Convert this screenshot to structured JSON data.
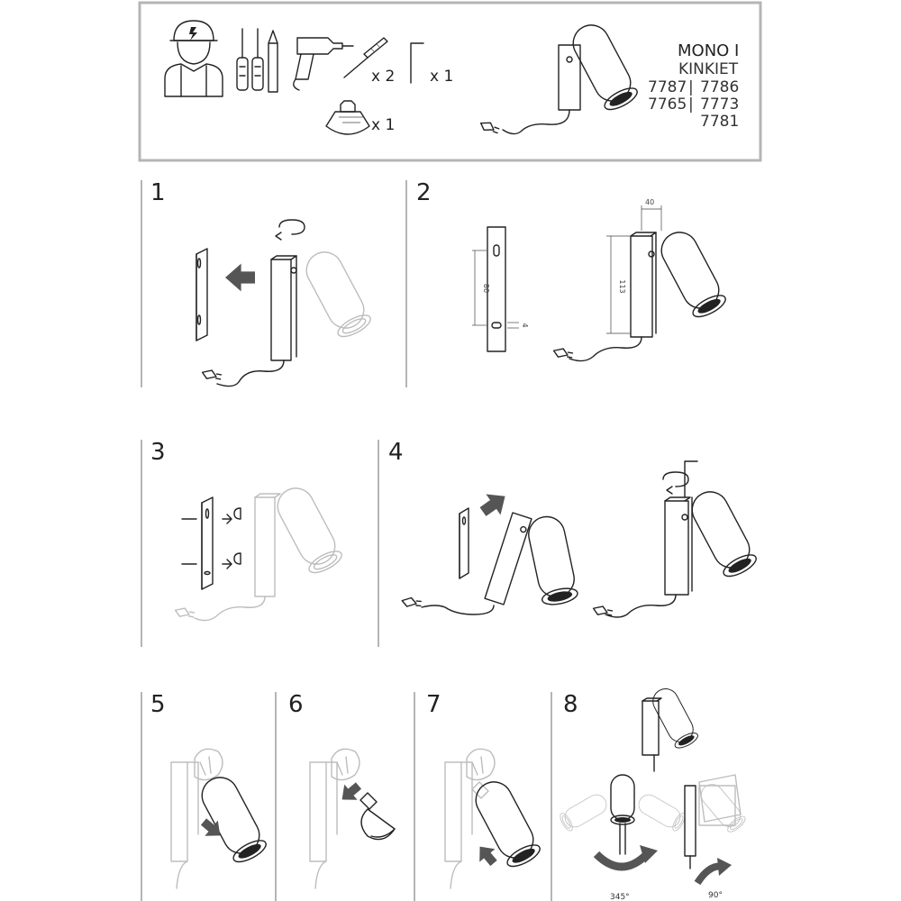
{
  "product": {
    "name": "MONO I",
    "type": "KINKIET",
    "codes": [
      "7787",
      "7786",
      "7765",
      "7773",
      "7781"
    ]
  },
  "header": {
    "dowel_qty": "x 2",
    "hexkey_qty": "x 1",
    "bulb_qty": "x 1",
    "tool_icons": [
      "electrician-icon",
      "screwdriver-icon",
      "pencil-icon",
      "drill-icon",
      "dowel-icon",
      "hex-key-icon",
      "gu10-bulb-icon"
    ]
  },
  "steps": [
    {
      "number": "1"
    },
    {
      "number": "2",
      "dims": {
        "width": "40",
        "height": "113",
        "hole_spacing": "80",
        "hole_diameter": "4"
      }
    },
    {
      "number": "3"
    },
    {
      "number": "4"
    },
    {
      "number": "5"
    },
    {
      "number": "6"
    },
    {
      "number": "7"
    },
    {
      "number": "8",
      "angles": {
        "horizontal": "345°",
        "vertical": "90°"
      }
    }
  ],
  "colors": {
    "line": "#222222",
    "ghost": "#bdbdbd",
    "arrow": "#555555",
    "frame": "#b5b5b5"
  }
}
